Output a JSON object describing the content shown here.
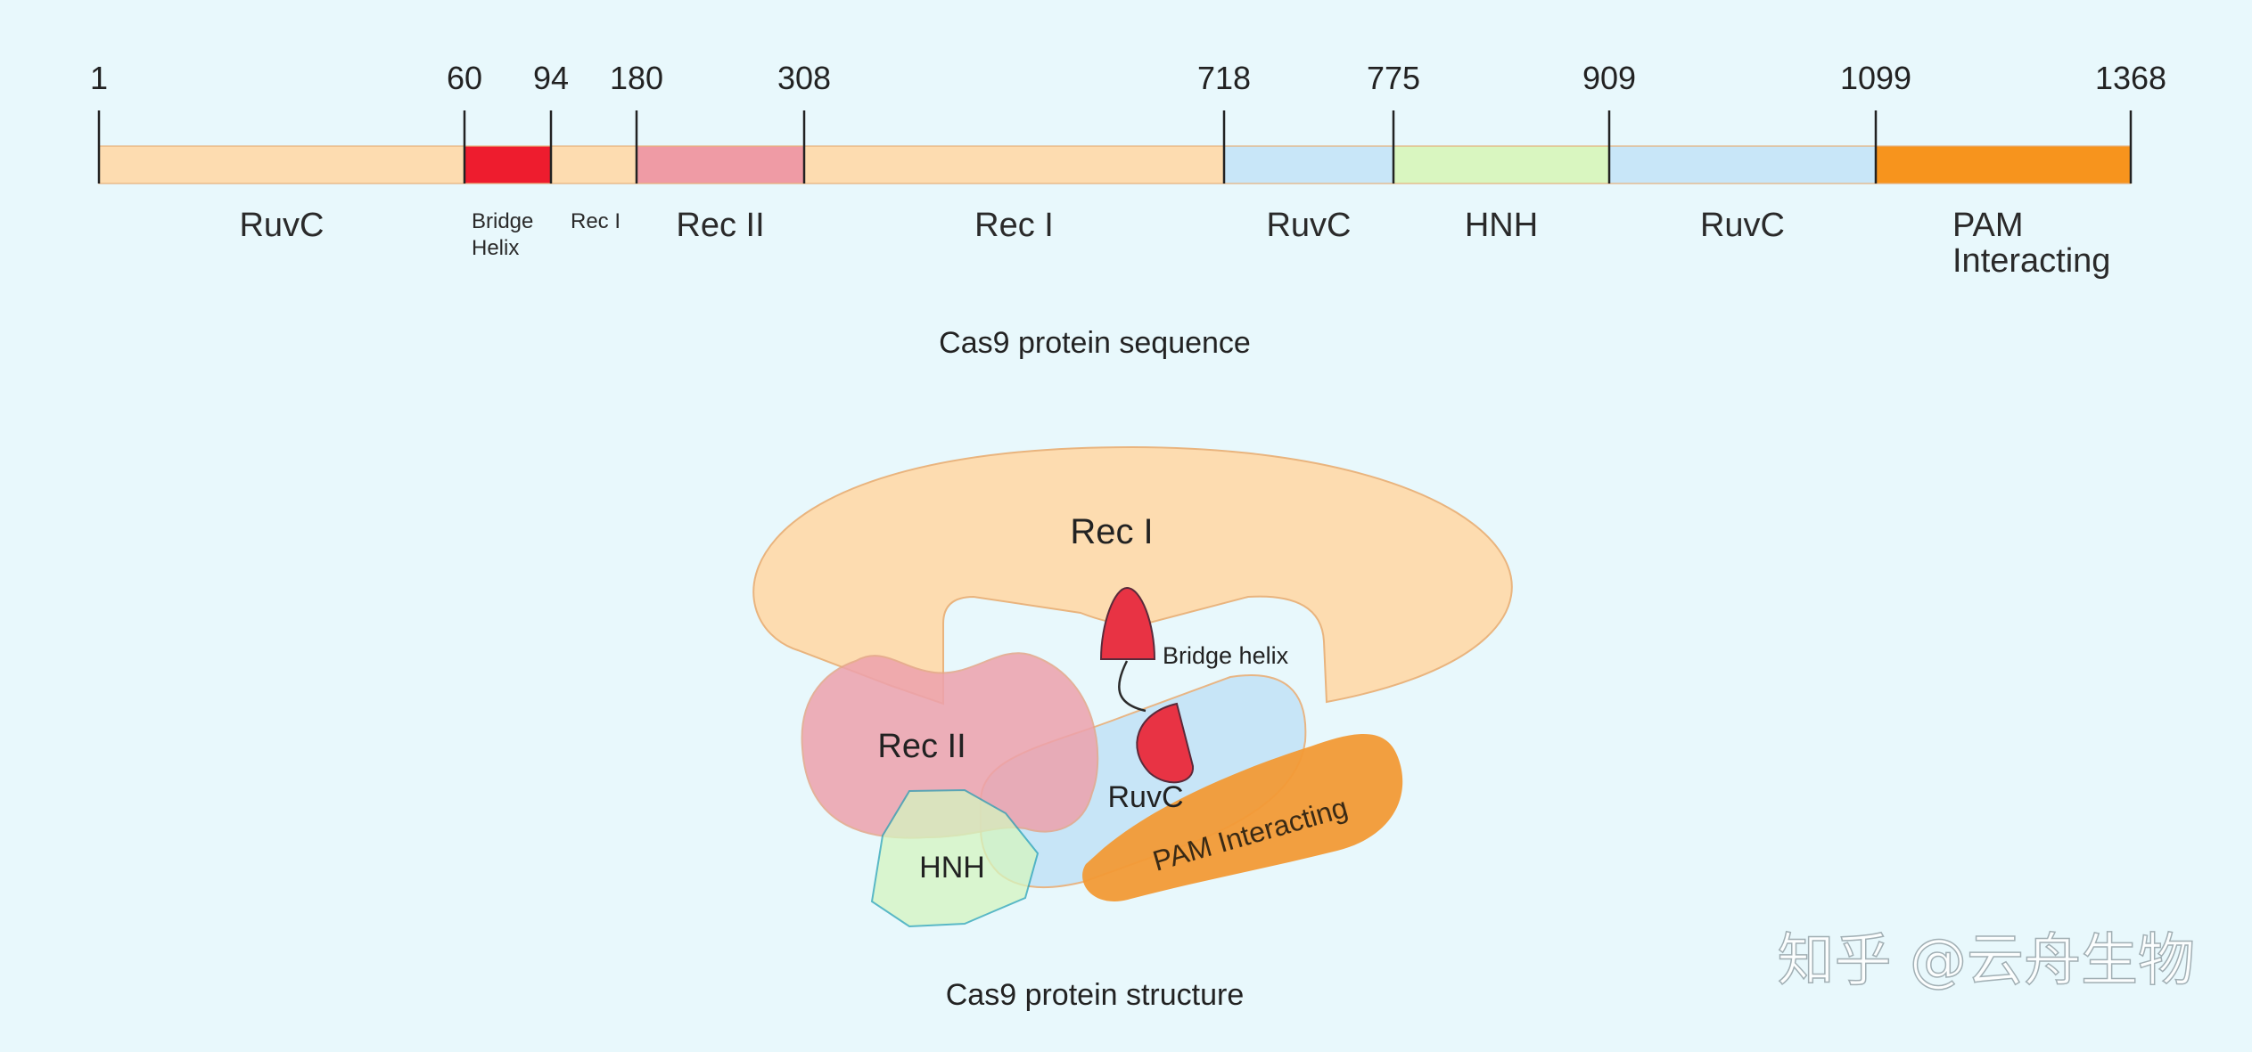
{
  "sequence": {
    "title": "Cas9 protein sequence",
    "total_length": 1368,
    "ticks": [
      "1",
      "60",
      "94",
      "180",
      "308",
      "718",
      "775",
      "909",
      "1099",
      "1368"
    ],
    "segments": [
      {
        "start": 1,
        "end": 60,
        "color": "#fddcb0",
        "label_lines": [
          "RuvC"
        ],
        "label_size": "large"
      },
      {
        "start": 60,
        "end": 94,
        "color": "#ee1c2e",
        "label_lines": [
          "Bridge",
          "Helix"
        ],
        "label_size": "small"
      },
      {
        "start": 94,
        "end": 180,
        "color": "#fddcb0",
        "label_lines": [
          "Rec I"
        ],
        "label_size": "small"
      },
      {
        "start": 180,
        "end": 308,
        "color": "#ef9ba5",
        "label_lines": [
          "Rec II"
        ],
        "label_size": "large"
      },
      {
        "start": 308,
        "end": 718,
        "color": "#fddcb0",
        "label_lines": [
          "Rec I"
        ],
        "label_size": "large"
      },
      {
        "start": 718,
        "end": 775,
        "color": "#c8e6f8",
        "label_lines": [
          "RuvC"
        ],
        "label_size": "large"
      },
      {
        "start": 775,
        "end": 909,
        "color": "#d9f6c0",
        "label_lines": [
          "HNH"
        ],
        "label_size": "large"
      },
      {
        "start": 909,
        "end": 1099,
        "color": "#c8e6f8",
        "label_lines": [
          "RuvC"
        ],
        "label_size": "large"
      },
      {
        "start": 1099,
        "end": 1368,
        "color": "#f7941d",
        "label_lines": [
          "PAM",
          "Interacting"
        ],
        "label_size": "large"
      }
    ]
  },
  "structure": {
    "title": "Cas9 protein structure",
    "labels": {
      "rec1": "Rec I",
      "rec2": "Rec II",
      "ruvc": "RuvC",
      "hnh": "HNH",
      "bridge": "Bridge helix",
      "pam": "PAM Interacting"
    },
    "colors": {
      "rec1": "#fddcb0",
      "rec2": "#eda2ad",
      "ruvc": "#c6e4f7",
      "hnh": "#d5f5c0",
      "bridge": "#e83344",
      "pam": "#f29a36"
    }
  },
  "watermark": "知乎 @云舟生物"
}
